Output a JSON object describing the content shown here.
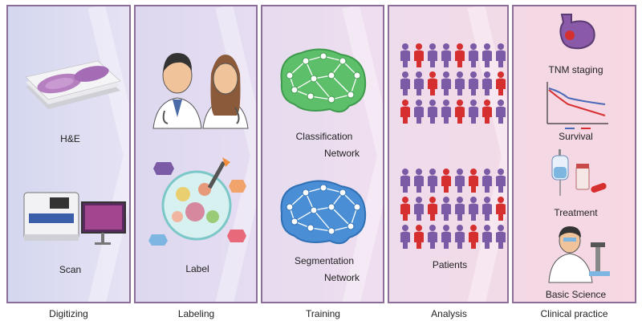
{
  "stages": {
    "digitizing": "Digitizing",
    "labeling": "Labeling",
    "training": "Training",
    "analysis": "Analysis",
    "clinical": "Clinical practice"
  },
  "digitizing": {
    "he_label": "H&E",
    "scan_label": "Scan"
  },
  "labeling": {
    "label": "Label"
  },
  "training": {
    "classification_line1": "Classification",
    "classification_line2": "Network",
    "segmentation_line1": "Segmentation",
    "segmentation_line2": "Network"
  },
  "analysis": {
    "patients_label": "Patients"
  },
  "clinical": {
    "tnm_label": "TNM staging",
    "survival_label": "Survival",
    "treatment_label": "Treatment",
    "basic_science_label": "Basic Science"
  },
  "colors": {
    "panel_border": "#8d6e99",
    "patient_purple": "#7b5aa6",
    "patient_red": "#d62f2f",
    "classification_green": "#5dbf6a",
    "segmentation_blue": "#4a8fd6"
  }
}
